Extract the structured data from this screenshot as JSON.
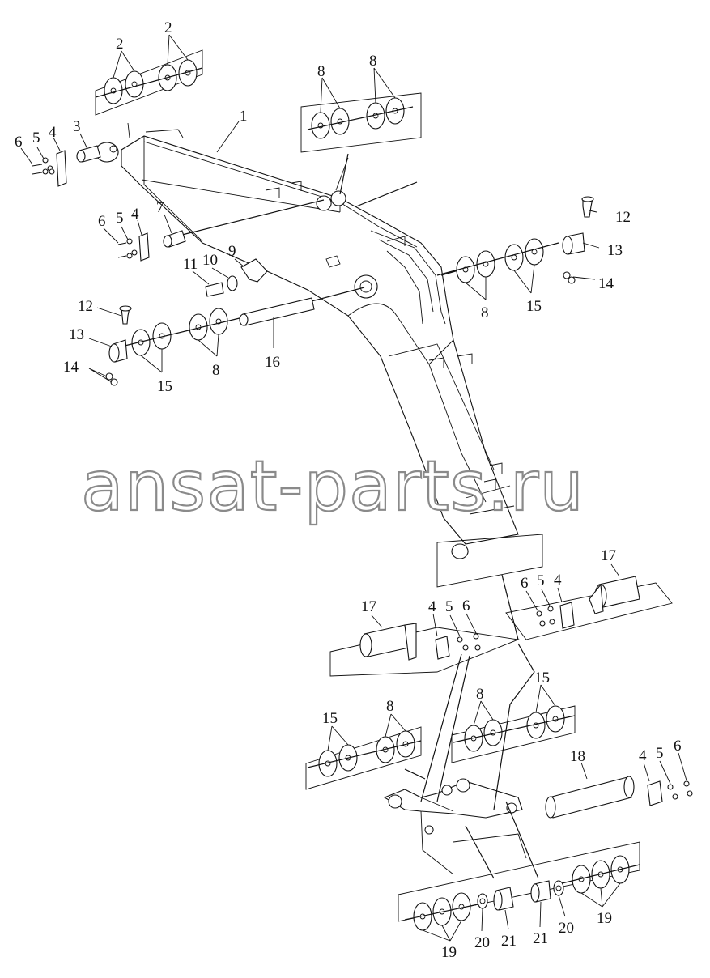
{
  "watermark": "ansat-parts.ru",
  "callouts": [
    "1",
    "2",
    "3",
    "4",
    "5",
    "6",
    "7",
    "8",
    "9",
    "10",
    "11",
    "12",
    "13",
    "14",
    "15",
    "16",
    "17",
    "18",
    "19",
    "20",
    "21"
  ]
}
